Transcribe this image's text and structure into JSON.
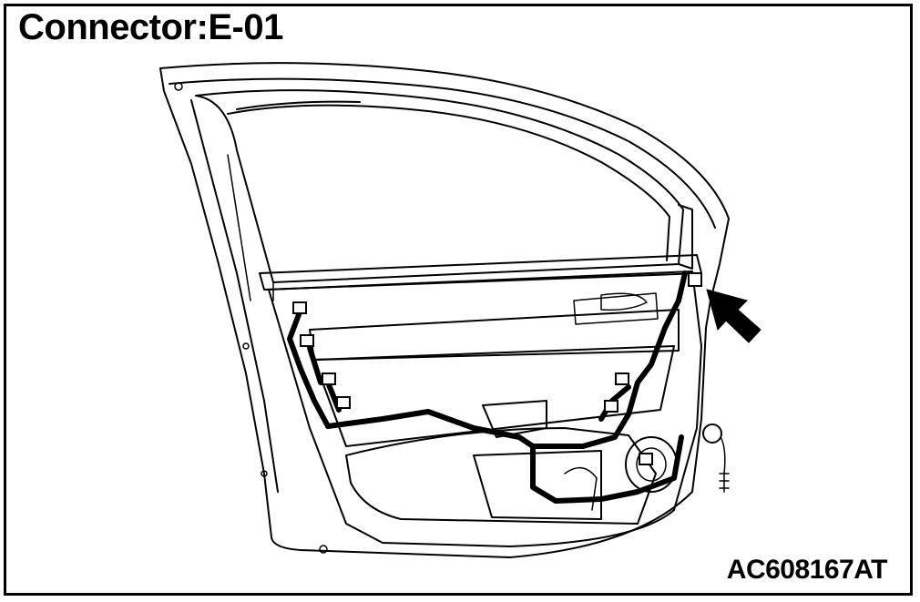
{
  "header": {
    "title": "Connector:E-01"
  },
  "footer": {
    "figure_code": "AC608167AT"
  },
  "illustration": {
    "subject": "door-inner-panel-with-wiring-harness",
    "pointer": "arrow-icon"
  }
}
